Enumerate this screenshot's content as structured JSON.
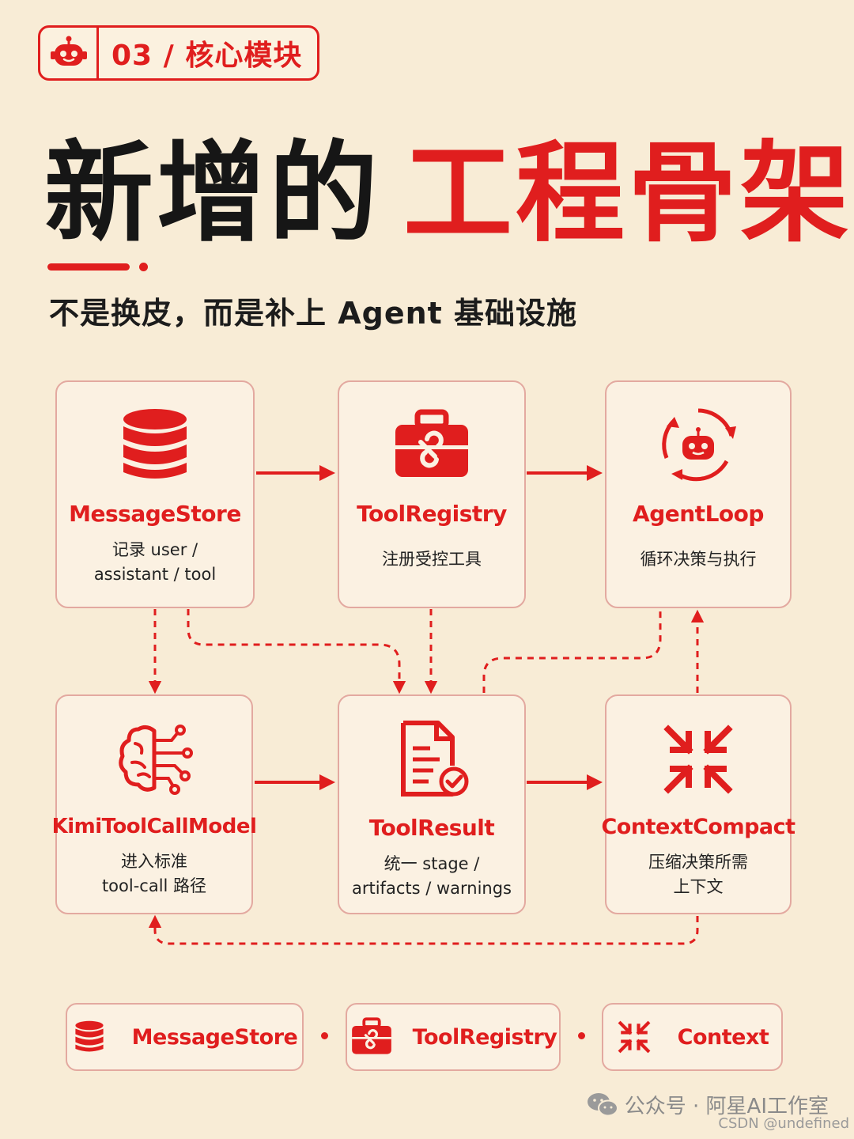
{
  "header": {
    "badge_icon": "robot-icon",
    "badge_text": "03 / 核心模块",
    "title_dark": "新增的",
    "title_red": "工程骨架",
    "subtitle": "不是换皮，而是补上 Agent 基础设施"
  },
  "colors": {
    "accent": "#e01e1e",
    "background": "#f8ecd6",
    "card_border": "#e3a9a0"
  },
  "diagram": {
    "nodes": [
      {
        "id": "message-store",
        "icon": "database-icon",
        "title": "MessageStore",
        "desc": "记录 user /\nassistant / tool"
      },
      {
        "id": "tool-registry",
        "icon": "toolbox-icon",
        "title": "ToolRegistry",
        "desc": "注册受控工具"
      },
      {
        "id": "agent-loop",
        "icon": "robot-cycle-icon",
        "title": "AgentLoop",
        "desc": "循环决策与执行"
      },
      {
        "id": "kimi-tool-call-model",
        "icon": "brain-circuit-icon",
        "title": "KimiToolCallModel",
        "desc": "进入标准\ntool-call 路径"
      },
      {
        "id": "tool-result",
        "icon": "document-check-icon",
        "title": "ToolResult",
        "desc": "统一 stage /\nartifacts / warnings"
      },
      {
        "id": "context-compact",
        "icon": "compress-arrows-icon",
        "title": "ContextCompact",
        "desc": "压缩决策所需\n上下文"
      }
    ],
    "edges": [
      {
        "from": "message-store",
        "to": "tool-registry",
        "style": "solid"
      },
      {
        "from": "tool-registry",
        "to": "agent-loop",
        "style": "solid"
      },
      {
        "from": "kimi-tool-call-model",
        "to": "tool-result",
        "style": "solid"
      },
      {
        "from": "tool-result",
        "to": "context-compact",
        "style": "solid"
      },
      {
        "from": "message-store",
        "to": "kimi-tool-call-model",
        "style": "dashed"
      },
      {
        "from": "message-store",
        "to": "tool-result",
        "style": "dashed"
      },
      {
        "from": "tool-registry",
        "to": "tool-result",
        "style": "dashed"
      },
      {
        "from": "tool-result",
        "to": "agent-loop",
        "style": "dashed"
      },
      {
        "from": "context-compact",
        "to": "agent-loop",
        "style": "dashed"
      },
      {
        "from": "context-compact",
        "to": "kimi-tool-call-model",
        "style": "dashed"
      }
    ]
  },
  "summary": [
    {
      "icon": "database-icon",
      "label": "MessageStore"
    },
    {
      "icon": "toolbox-icon",
      "label": "ToolRegistry"
    },
    {
      "icon": "compress-arrows-icon",
      "label": "Context"
    }
  ],
  "footer": {
    "icon": "wechat-icon",
    "account": "公众号 · 阿星AI工作室",
    "watermark": "CSDN @undefined"
  }
}
